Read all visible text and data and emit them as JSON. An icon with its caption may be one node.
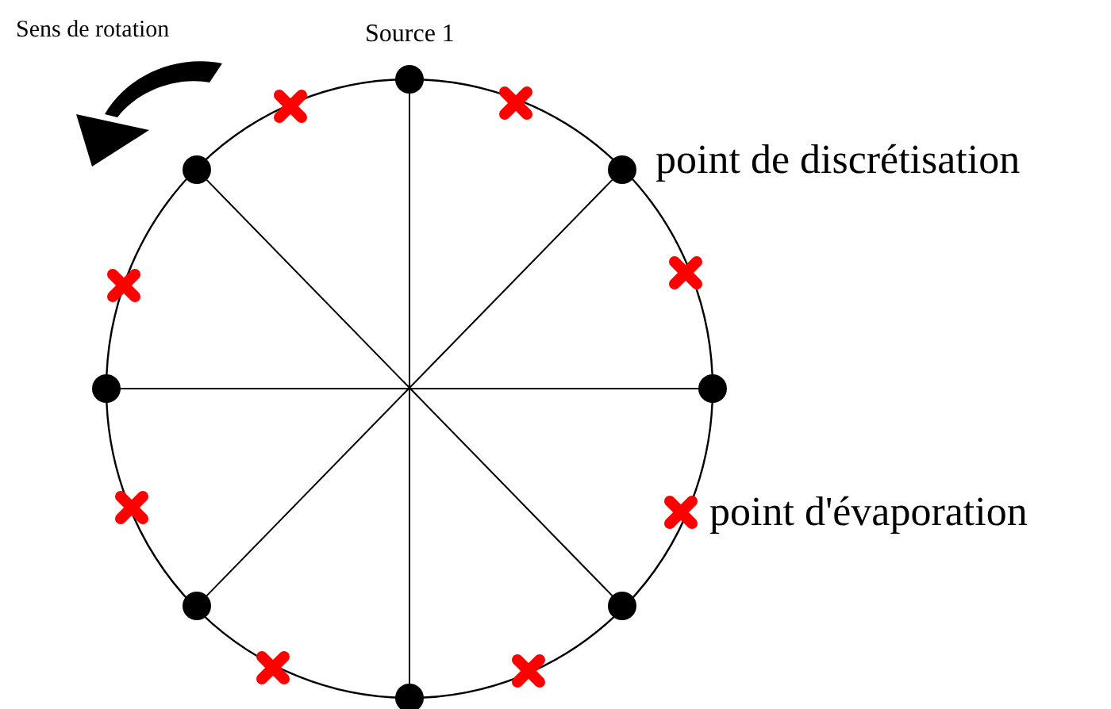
{
  "diagram": {
    "nodes": [
      {
        "text": [],
        "shape": "circle",
        "beside": [
          "Source 1"
        ]
      },
      {
        "text": [],
        "shape": "circle"
      },
      {
        "text": [],
        "shape": "circle",
        "beside": [
          "point de discrétisation"
        ]
      },
      {
        "text": [],
        "shape": "circle"
      },
      {
        "text": [],
        "shape": "circle"
      },
      {
        "text": [],
        "shape": "circle"
      },
      {
        "text": [],
        "shape": "circle"
      },
      {
        "text": [],
        "shape": "circle"
      },
      {
        "text": [],
        "shape": "cross"
      },
      {
        "text": [],
        "shape": "cross"
      },
      {
        "text": [],
        "shape": "cross"
      },
      {
        "text": [],
        "shape": "cross"
      },
      {
        "text": [],
        "shape": "cross"
      },
      {
        "text": [],
        "shape": "cross",
        "beside": [
          "point d'évaporation"
        ]
      },
      {
        "text": [],
        "shape": "cross"
      },
      {
        "text": [],
        "shape": "cross"
      }
    ],
    "edges": [
      {
        "from": 0,
        "to": 7,
        "arrow": "none"
      },
      {
        "from": 1,
        "to": 6,
        "arrow": "none"
      },
      {
        "from": 2,
        "to": 5,
        "arrow": "none"
      },
      {
        "from": 3,
        "to": 4,
        "arrow": "none"
      }
    ],
    "labels": [
      "Sens de rotation"
    ]
  }
}
